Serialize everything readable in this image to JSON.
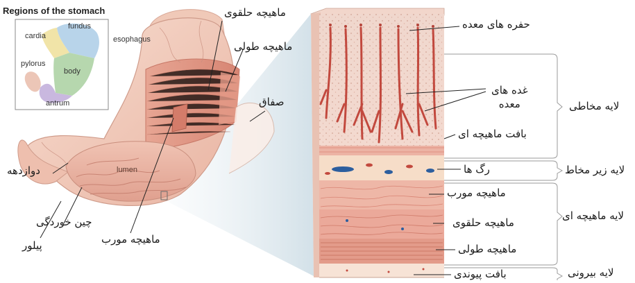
{
  "inset": {
    "title": "Regions of the stomach",
    "regions": {
      "fundus": "fundus",
      "cardia": "cardia",
      "pylorus": "pylorus",
      "body": "body",
      "antrum": "antrum"
    }
  },
  "stomach_labels": {
    "esophagus": "esophagus",
    "lumen": "lumen",
    "circular_muscle": "ماهیچه حلقوی",
    "longitudinal_muscle": "ماهیچه طولی",
    "serosa": "صفاق",
    "duodenum": "دوازدهه",
    "rugae": "چین خوردگی",
    "pylorus": "پیلور",
    "oblique_muscle": "ماهیچه مورب"
  },
  "wall_labels": {
    "gastric_pits": "حفره های معده",
    "gastric_glands": "غده های\nمعده",
    "muscularis_mucosae": "بافت ماهیچه ای",
    "blood_vessels": "رگ ها",
    "oblique": "ماهیچه مورب",
    "circular": "ماهیچه حلقوی",
    "longitudinal": "ماهیچه طولی",
    "connective": "بافت پیوندی"
  },
  "layer_labels": {
    "mucosa": "لایه مخاطی",
    "submucosa": "لایه زیر مخاط",
    "muscularis": "لایه ماهیچه ای",
    "serosa": "لایه بیرونی"
  },
  "colors": {
    "mucosa": "#f3d3c8",
    "gland": "#c2493e",
    "submucosa": "#f6ddc8",
    "muscle": "#eba99a",
    "muscle_dark": "#d98474",
    "vessel_blue": "#2c5e9e",
    "stomach_outer": "#f2c9b7",
    "stomach_inner": "#e8a596",
    "bracket": "#9a9a9a"
  }
}
